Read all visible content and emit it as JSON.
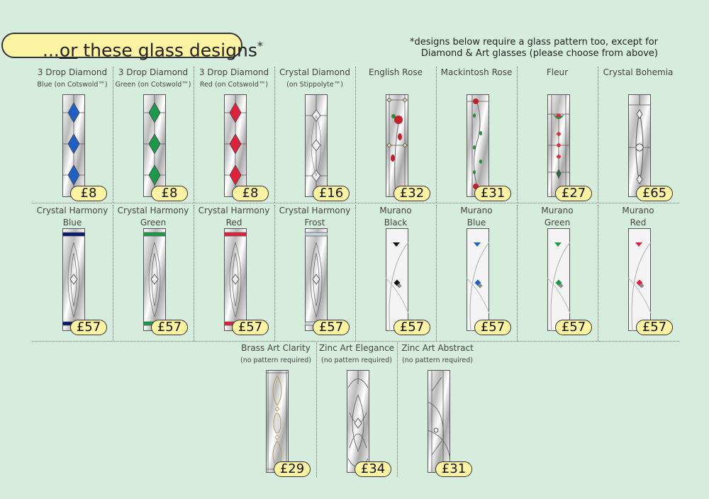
{
  "header": {
    "title_prefix": "...",
    "title_underlined": "or",
    "title_rest": " these glass designs",
    "title_asterisk": "*",
    "note_line1": "*designs below require a glass pattern too, except for",
    "note_line2": "Diamond & Art glasses (please choose from above)"
  },
  "colors": {
    "background": "#d6ecdc",
    "pill": "#fbf3a2",
    "blue": "#1f5fc8",
    "green": "#1a9a4a",
    "red": "#e0203c",
    "frost": "#c8d4dc",
    "black": "#111111"
  },
  "rows": [
    [
      {
        "name": "3 Drop Diamond",
        "sub": "Blue (on Cotswold™)",
        "price": "£8",
        "motif": "drops",
        "color": "#1f5fc8"
      },
      {
        "name": "3 Drop Diamond",
        "sub": "Green (on Cotswold™)",
        "price": "£8",
        "motif": "drops",
        "color": "#1a9a4a"
      },
      {
        "name": "3 Drop Diamond",
        "sub": "Red (on Cotswold™)",
        "price": "£8",
        "motif": "drops",
        "color": "#e0203c"
      },
      {
        "name": "Crystal Diamond",
        "sub": "(on Stippolyte™)",
        "price": "£16",
        "motif": "crystal-diamond",
        "color": "#dddddd"
      },
      {
        "name": "English Rose",
        "sub": "",
        "price": "£32",
        "motif": "rose",
        "color": "#c0202a"
      },
      {
        "name": "Mackintosh Rose",
        "sub": "",
        "price": "£31",
        "motif": "mackintosh",
        "color": "#c0202a"
      },
      {
        "name": "Fleur",
        "sub": "",
        "price": "£27",
        "motif": "fleur",
        "color": "#d03040"
      },
      {
        "name": "Crystal Bohemia",
        "sub": "",
        "price": "£65",
        "motif": "bohemia",
        "color": "#dddddd"
      }
    ],
    [
      {
        "name": "Crystal Harmony",
        "sub": "Blue",
        "price": "£57",
        "motif": "harmony",
        "color": "#0a1a6a"
      },
      {
        "name": "Crystal Harmony",
        "sub": "Green",
        "price": "£57",
        "motif": "harmony",
        "color": "#1a9a4a"
      },
      {
        "name": "Crystal Harmony",
        "sub": "Red",
        "price": "£57",
        "motif": "harmony",
        "color": "#e0203c"
      },
      {
        "name": "Crystal Harmony",
        "sub": "Frost",
        "price": "£57",
        "motif": "harmony",
        "color": "#c8d4dc"
      },
      {
        "name": "Murano",
        "sub": "Black",
        "price": "£57",
        "motif": "murano",
        "color": "#111111"
      },
      {
        "name": "Murano",
        "sub": "Blue",
        "price": "£57",
        "motif": "murano",
        "color": "#1f5fc8"
      },
      {
        "name": "Murano",
        "sub": "Green",
        "price": "£57",
        "motif": "murano",
        "color": "#1a9a4a"
      },
      {
        "name": "Murano",
        "sub": "Red",
        "price": "£57",
        "motif": "murano",
        "color": "#e0203c"
      }
    ],
    [
      {
        "name": "Brass Art Clarity",
        "sub": "(no pattern required)",
        "price": "£29",
        "motif": "brass",
        "color": "#b89a60"
      },
      {
        "name": "Zinc Art Elegance",
        "sub": "(no pattern required)",
        "price": "£34",
        "motif": "elegance",
        "color": "#777777"
      },
      {
        "name": "Zinc Art Abstract",
        "sub": "(no pattern required)",
        "price": "£31",
        "motif": "abstract",
        "color": "#777777"
      }
    ]
  ]
}
